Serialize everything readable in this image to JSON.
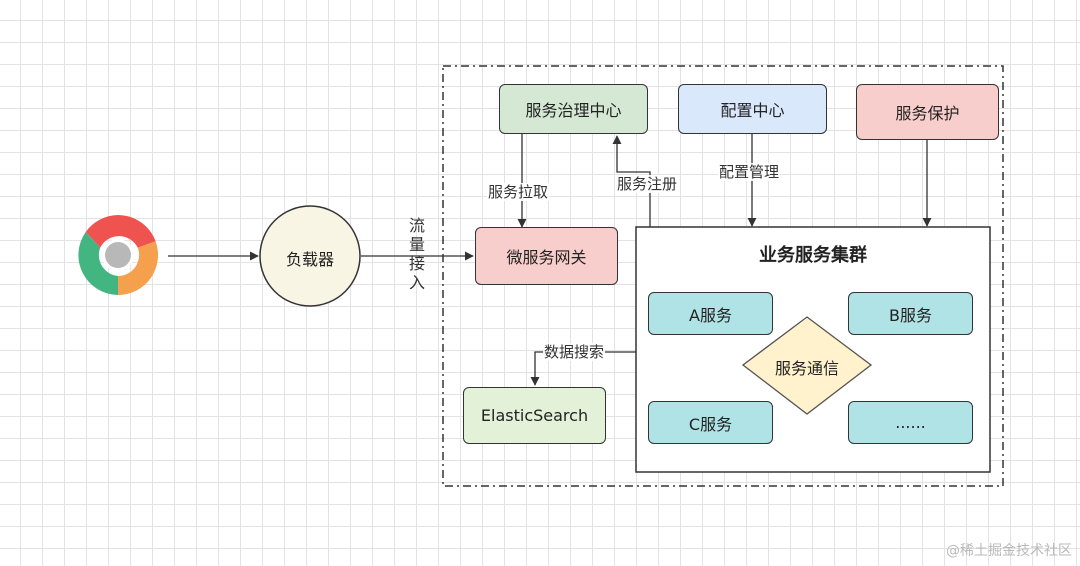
{
  "nodes": {
    "governance": {
      "label": "服务治理中心",
      "fill": "#d5e8d4"
    },
    "config": {
      "label": "配置中心",
      "fill": "#dae8fc"
    },
    "protection": {
      "label": "服务保护",
      "fill": "#f8cecc"
    },
    "load_balancer": {
      "label": "负载器",
      "fill": "#f9f5e4"
    },
    "gateway": {
      "label": "微服务网关",
      "fill": "#f8cecc"
    },
    "elasticsearch": {
      "label": "ElasticSearch",
      "fill": "#d5e8d4"
    },
    "cluster": {
      "title": "业务服务集群",
      "service_a": "A服务",
      "service_b": "B服务",
      "service_c": "C服务",
      "more": "......",
      "communication": "服务通信",
      "service_fill": "#b0e3e6",
      "communication_fill": "#fff2cc"
    }
  },
  "edges": {
    "pull": "服务拉取",
    "register": "服务注册",
    "config_manage": "配置管理",
    "traffic_in": "流\n量\n接\n入",
    "data_search": "数据搜索"
  },
  "browser_icon": "chrome-browser-icon",
  "watermark": "@稀土掘金技术社区"
}
